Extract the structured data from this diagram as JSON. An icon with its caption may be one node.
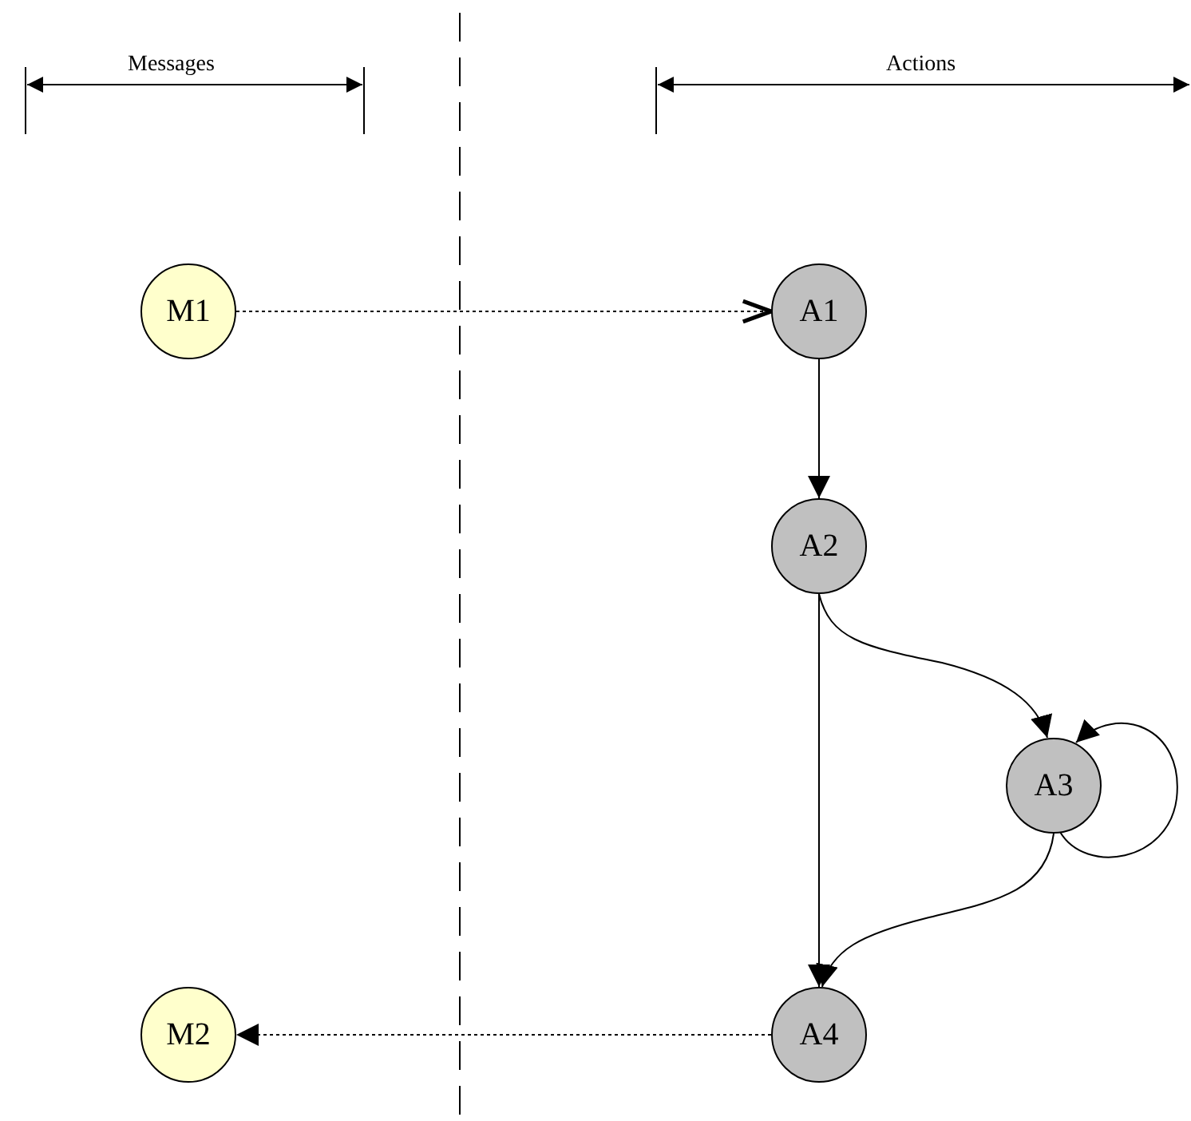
{
  "diagram": {
    "nodes": [
      {
        "text": [
          "M1"
        ]
      },
      {
        "text": [
          "A1"
        ]
      },
      {
        "text": [
          "A2"
        ]
      },
      {
        "text": [
          "A3"
        ]
      },
      {
        "text": [
          "A4"
        ]
      },
      {
        "text": [
          "M2"
        ]
      }
    ],
    "edges": [
      {
        "from": 0,
        "to": 1,
        "arrow": "to",
        "style": "dashed"
      },
      {
        "from": 1,
        "to": 2,
        "arrow": "to"
      },
      {
        "from": 2,
        "to": 3,
        "arrow": "to"
      },
      {
        "from": 3,
        "to": 3,
        "arrow": "to"
      },
      {
        "from": 2,
        "to": 4,
        "arrow": "to"
      },
      {
        "from": 3,
        "to": 4,
        "arrow": "to"
      },
      {
        "from": 4,
        "to": 5,
        "arrow": "to",
        "style": "dashed"
      }
    ],
    "labels": [
      "Messages",
      "Actions"
    ]
  }
}
